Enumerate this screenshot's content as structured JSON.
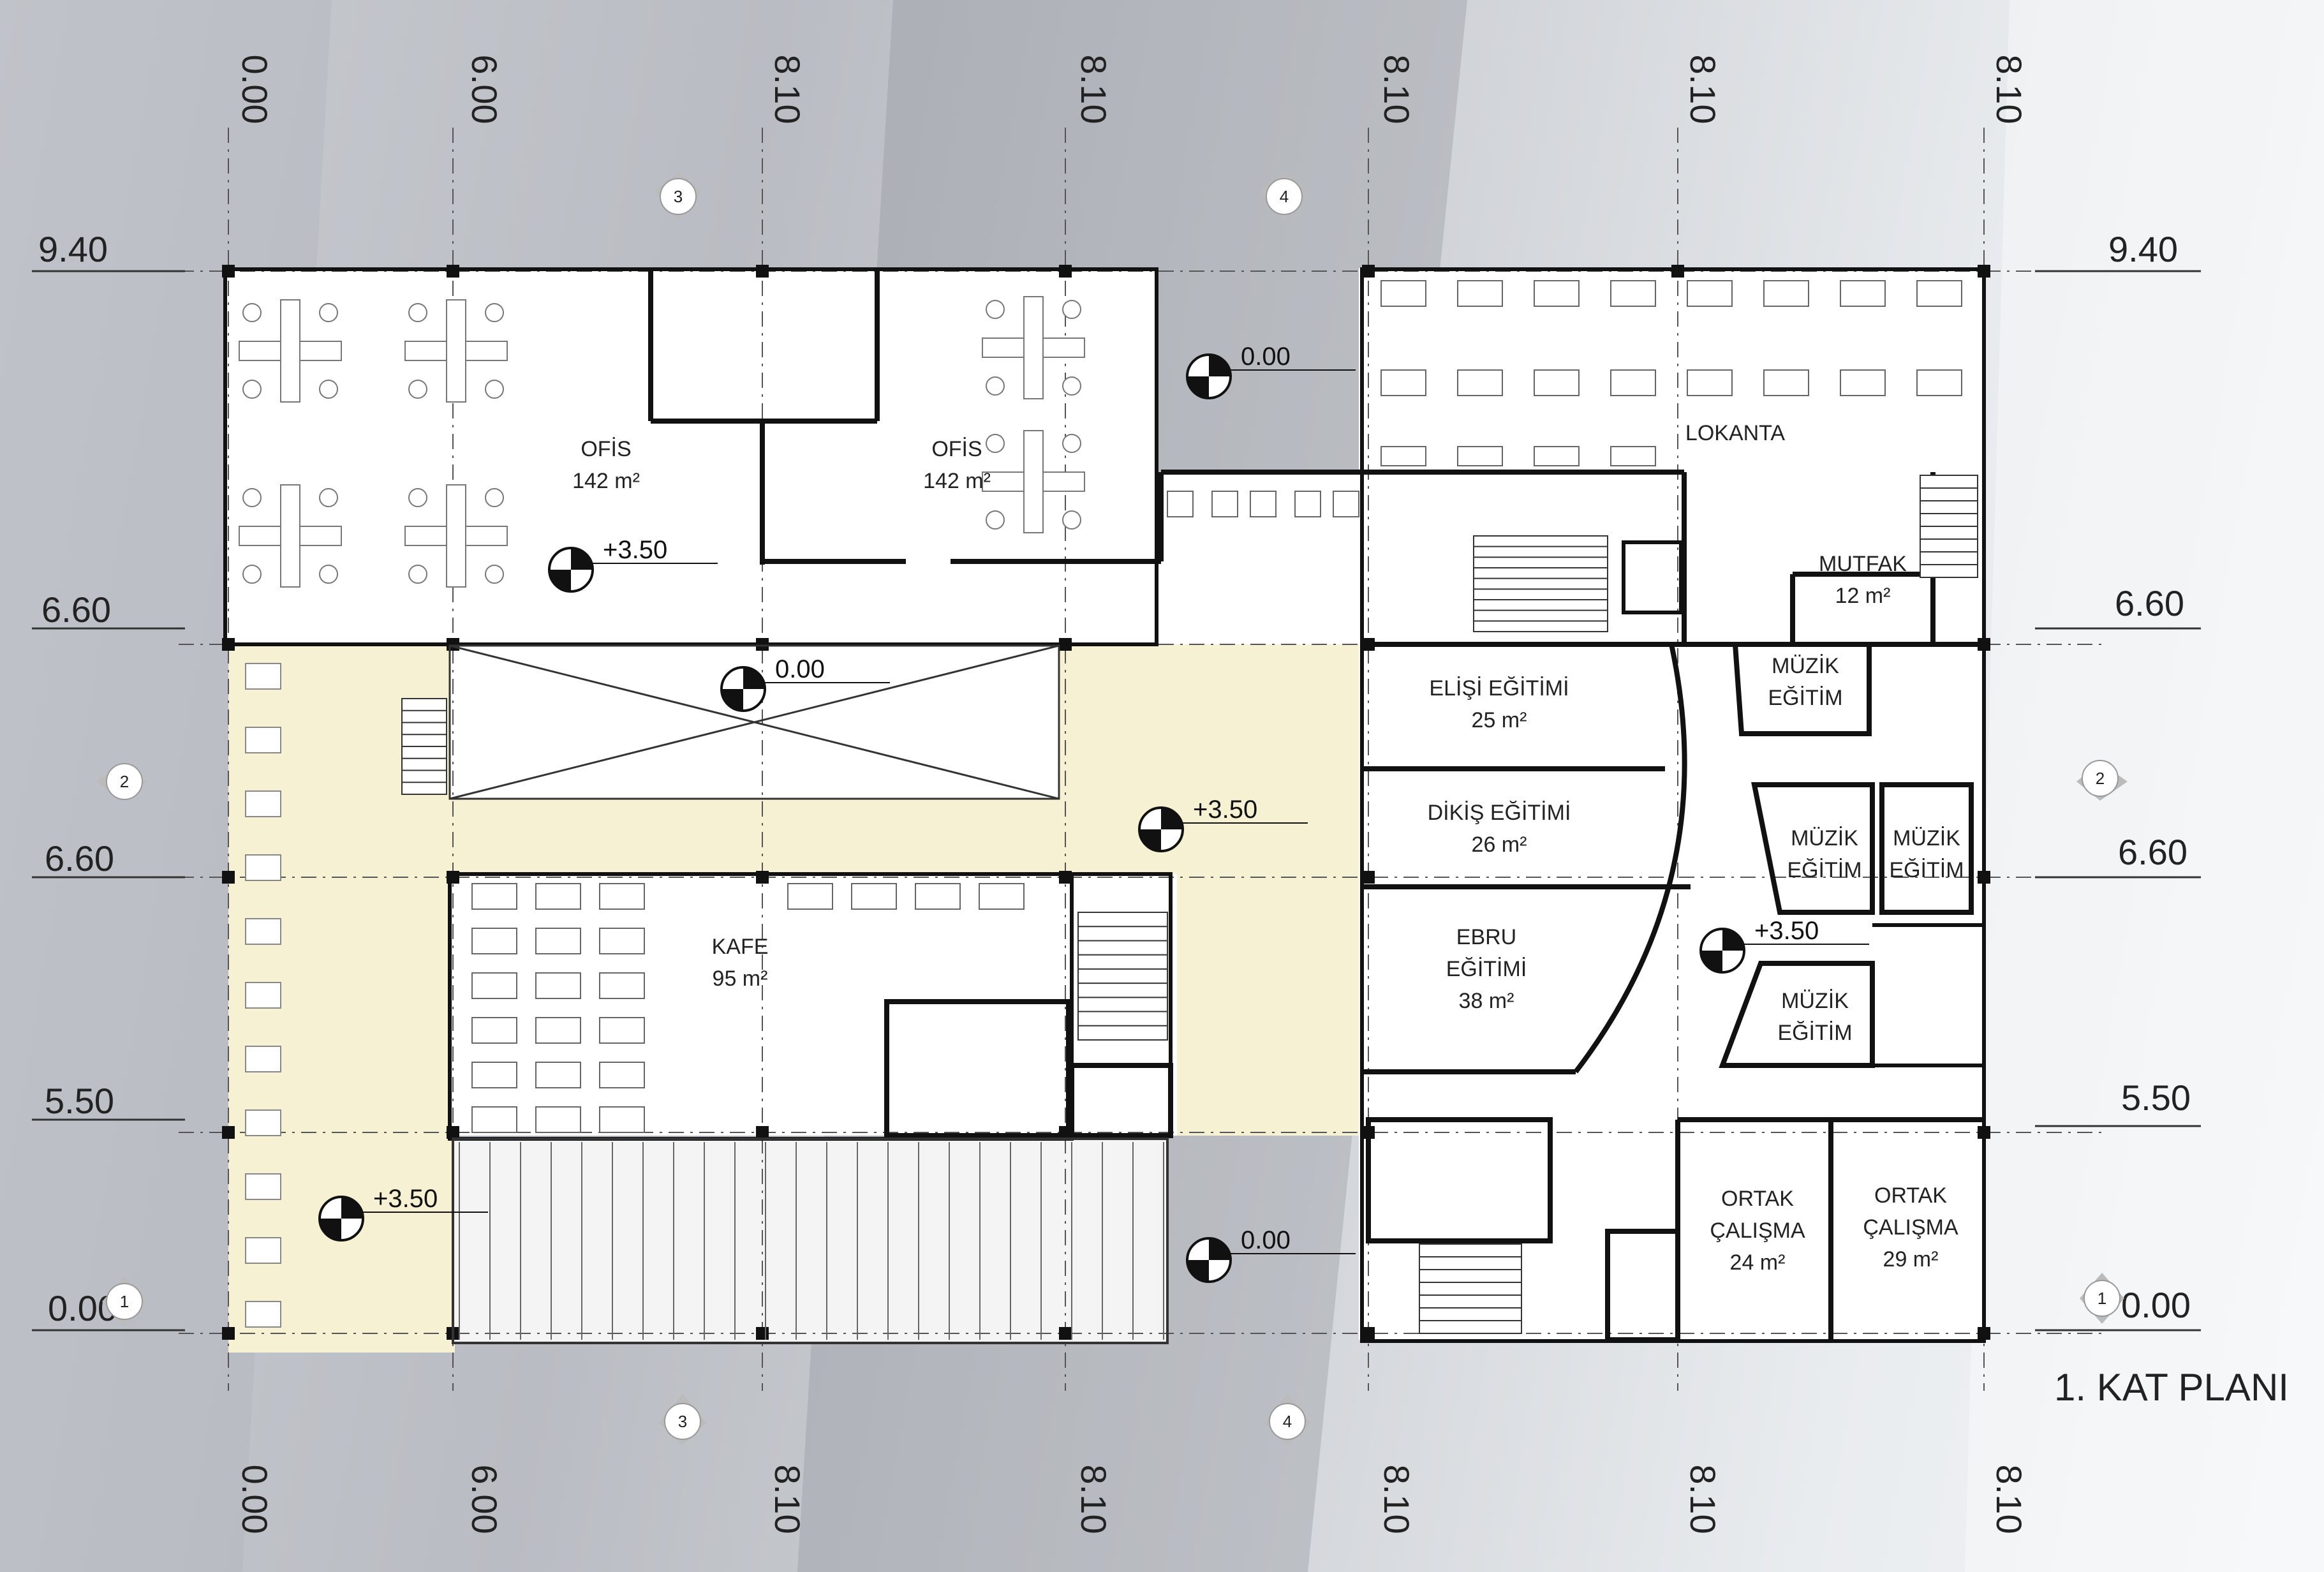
{
  "title": "1. KAT PLANI",
  "column_dims_top": [
    "0.00",
    "6.00",
    "8.10",
    "8.10",
    "8.10",
    "8.10",
    "8.10"
  ],
  "column_dims_bottom": [
    "0.00",
    "6.00",
    "8.10",
    "8.10",
    "8.10",
    "8.10",
    "8.10"
  ],
  "row_dims_left": [
    "9.40",
    "6.60",
    "6.60",
    "5.50",
    "0.00"
  ],
  "row_dims_right": [
    "9.40",
    "6.60",
    "6.60",
    "5.50",
    "0.00"
  ],
  "section_markers": {
    "top": [
      "3",
      "4"
    ],
    "bottom": [
      "3",
      "4"
    ],
    "left": [
      "2",
      "1"
    ],
    "right": [
      "2",
      "1"
    ]
  },
  "levels": {
    "office": "+3.50",
    "atrium": "0.00",
    "terrace_mid": "+3.50",
    "terrace_low": "+3.50",
    "east": "+3.50",
    "outside_top": "0.00",
    "outside_bottom": "0.00"
  },
  "rooms": {
    "ofis_left": {
      "name": "OFİS",
      "area": "142 m²"
    },
    "ofis_right": {
      "name": "OFİS",
      "area": "142 m²"
    },
    "kafe": {
      "name": "KAFE",
      "area": "95  m²"
    },
    "lokanta": {
      "name": "LOKANTA"
    },
    "mutfak": {
      "name": "MUTFAK",
      "area": "12 m²"
    },
    "elisi": {
      "name": "ELİŞİ EĞİTİMİ",
      "area": "25 m²"
    },
    "dikis": {
      "name": "DİKİŞ EĞİTİMİ",
      "area": "26 m²"
    },
    "ebru": {
      "line1": "EBRU",
      "line2": "EĞİTİMİ",
      "area": "38 m²"
    },
    "muzik1": {
      "line1": "MÜZİK",
      "line2": "EĞİTİM"
    },
    "muzik2": {
      "line1": "MÜZİK",
      "line2": "EĞİTİM"
    },
    "muzik3": {
      "line1": "MÜZİK",
      "line2": "EĞİTİM"
    },
    "muzik4": {
      "line1": "MÜZİK",
      "line2": "EĞİTİM"
    },
    "ortak1": {
      "line1": "ORTAK",
      "line2": "ÇALIŞMA",
      "area": "24 m²"
    },
    "ortak2": {
      "line1": "ORTAK",
      "line2": "ÇALIŞMA",
      "area": "29 m²"
    }
  },
  "colors": {
    "terrace": "#f6f1d2",
    "wall": "#111111",
    "floor": "#ffffff",
    "grid": "#555555"
  }
}
